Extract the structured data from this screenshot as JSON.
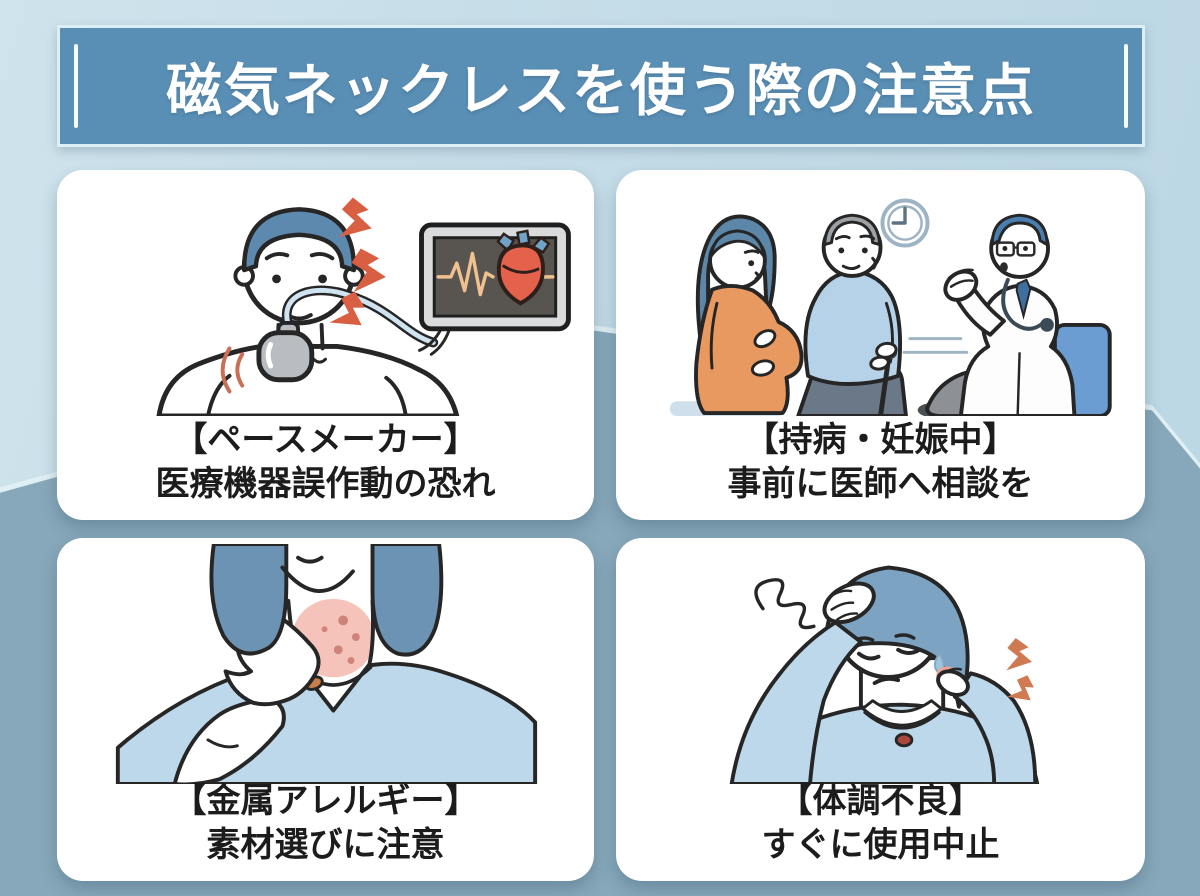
{
  "page": {
    "title": "磁気ネックレスを使う際の注意点"
  },
  "palette": {
    "banner_blue": "#5a8fb5",
    "background_light": "#c3dbe7",
    "background_dark": "#87a8ba",
    "card_white": "#ffffff",
    "text_black": "#1c1c1c",
    "alert_red": "#d95f43",
    "hair_blue": "#5d89ae",
    "shirt_blue": "#bdd8ea",
    "dress_orange": "#e8995f",
    "heart_red": "#e4614b"
  },
  "cards": [
    {
      "id": "pacemaker",
      "heading": "【ペースメーカー】",
      "body": "医療機器誤作動の恐れ",
      "icons": [
        "pacemaker-device-icon",
        "ecg-monitor-icon",
        "heart-icon",
        "lightning-bolt-icon"
      ]
    },
    {
      "id": "chronic-illness-pregnancy",
      "heading": "【持病・妊娠中】",
      "body": "事前に医師へ相談を",
      "icons": [
        "clock-icon",
        "pregnant-woman-icon",
        "elderly-man-cane-icon",
        "doctor-icon"
      ]
    },
    {
      "id": "metal-allergy",
      "heading": "【金属アレルギー】",
      "body": "素材選びに注意",
      "icons": [
        "neck-rash-icon",
        "necklace-icon",
        "scratching-hand-icon"
      ]
    },
    {
      "id": "poor-condition",
      "heading": "【体調不良】",
      "body": "すぐに使用中止",
      "icons": [
        "dizzy-scribble-icon",
        "sweat-drop-icon",
        "pain-bolt-icon",
        "necklace-icon"
      ]
    }
  ]
}
